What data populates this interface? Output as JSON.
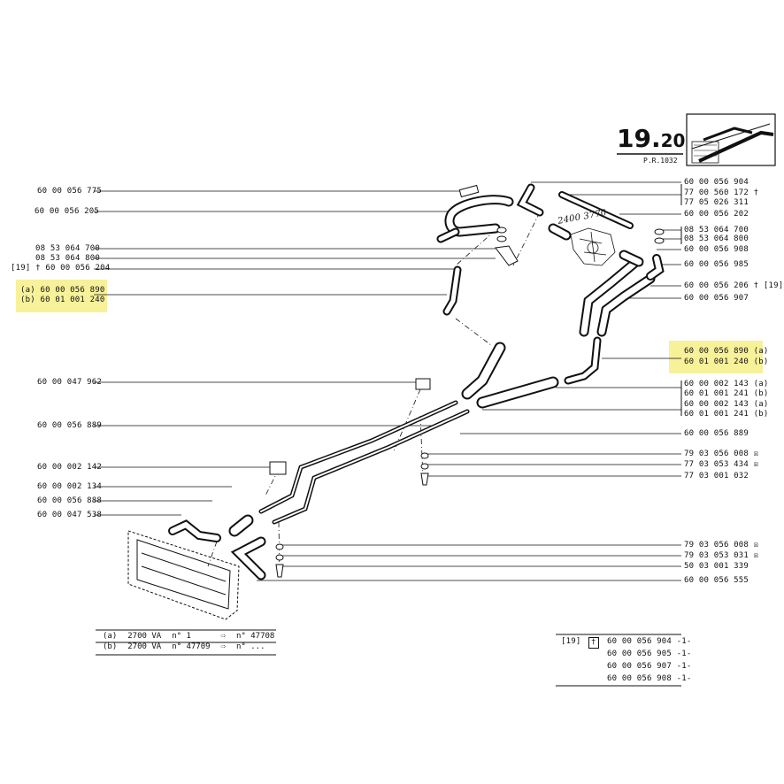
{
  "header": {
    "page_number": "19.",
    "page_sub": "20",
    "pr_ref": "P.R.1032"
  },
  "labels_left": [
    "60 00 056 775",
    "60 00 056 205",
    "08 53 064 700",
    "08 53 064 800",
    "[19] † 60 00 056 204",
    "(a) 60 00 056 890",
    "(b) 60 01 001 240",
    "60 00 047 962",
    "60 00 056 889",
    "60 00 002 142",
    "60 00 002 134",
    "60 00 056 888",
    "60 00 047 538"
  ],
  "labels_right": [
    "60 00 056 904",
    "77 00 560 172 †",
    "77 05 026 311",
    "60 00 056 202",
    "08 53 064 700",
    "08 53 064 800",
    "60 00 056 908",
    "60 00 056 985",
    "60 00 056 206 † [19]",
    "60 00 056 907",
    "60 00 056 890 (a)",
    "60 01 001 240 (b)",
    "60 00 002 143 (a)",
    "60 01 001 241 (b)",
    "60 00 002 143 (a)",
    "60 01 001 241 (b)",
    "60 00 056 889",
    "79 03 056 008 ☒",
    "77 03 053 434 ☒",
    "77 03 001 032",
    "79 03 056 008 ☒",
    "79 03 053 031 ☒",
    "50 03 001 339",
    "60 00 056 555"
  ],
  "handwritten_note": "2400 3770",
  "applicability_table": {
    "rows": [
      {
        "key": "(a)",
        "model": "2700 VA",
        "from": "n° 1",
        "to": "n° 47708"
      },
      {
        "key": "(b)",
        "model": "2700 VA",
        "from": "n° 47709",
        "to": "n° ..."
      }
    ]
  },
  "footnote_table": {
    "ref": "[19]",
    "symbol": "†",
    "parts": [
      "60 00 056 904 -1-",
      "60 00 056 905 -1-",
      "60 00 056 907 -1-",
      "60 00 056 908 -1-"
    ]
  },
  "colors": {
    "highlight": "#f7f19a",
    "ink": "#111111"
  }
}
